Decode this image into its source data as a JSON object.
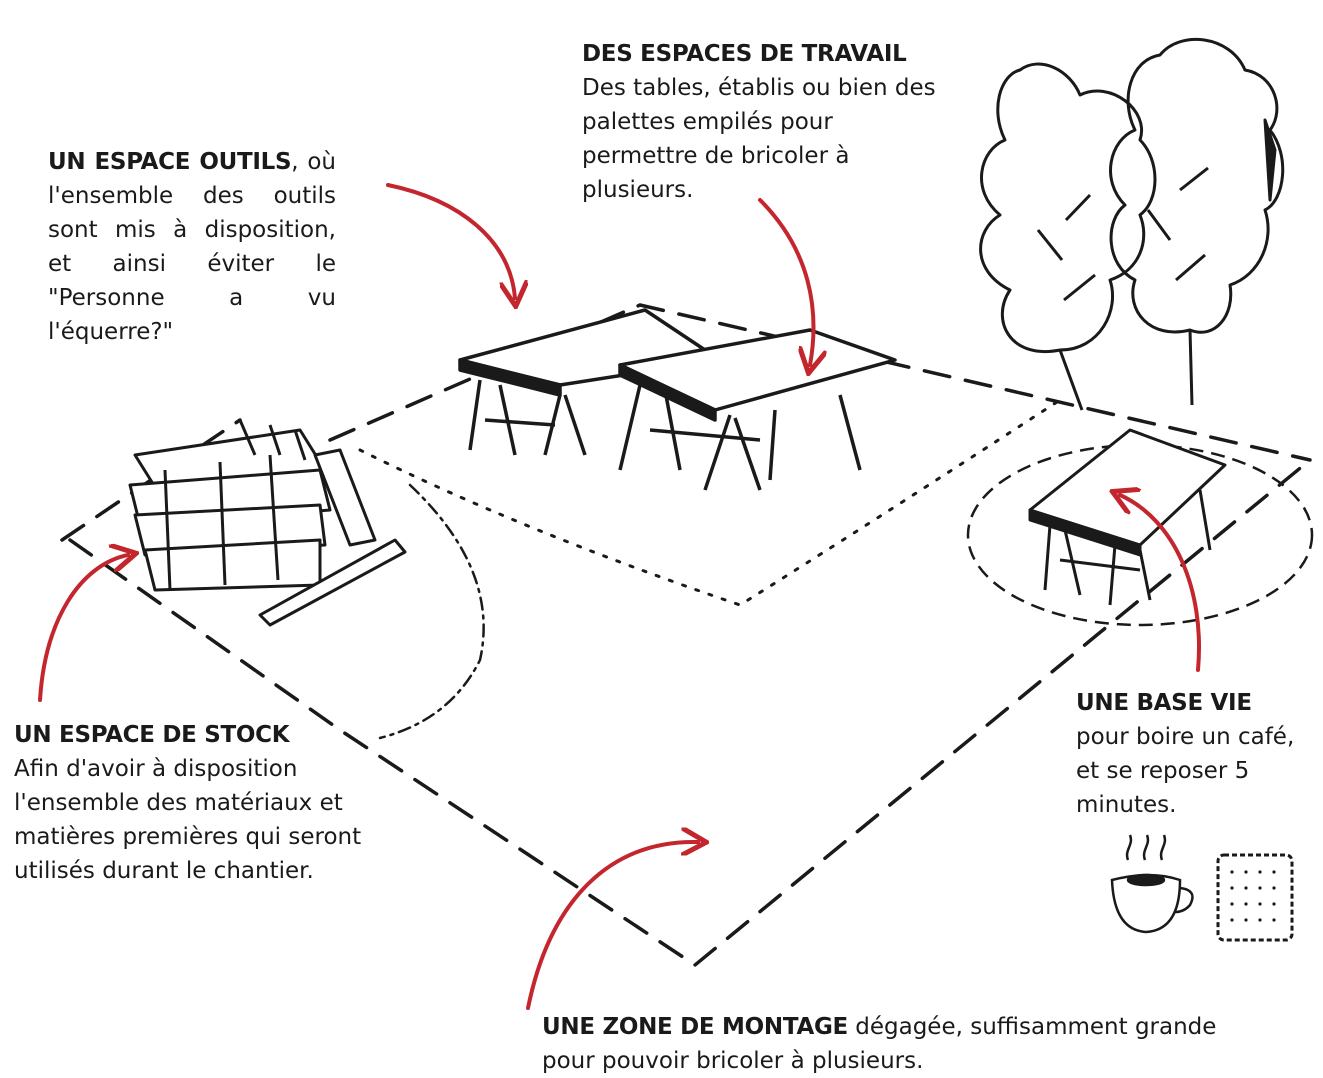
{
  "labels": {
    "outils": {
      "title": "UN ESPACE OUTILS",
      "suffix": ",",
      "text": "où l'ensemble des outils sont mis à disposition, et ainsi éviter le \"Personne a vu l'équerre?\""
    },
    "travail": {
      "title": "DES ESPACES DE TRAVAIL",
      "text": "Des tables, établis ou bien des palettes empilés pour permettre de bricoler à plusieurs."
    },
    "stock": {
      "title": "UN ESPACE DE STOCK",
      "text": "Afin d'avoir à disposition l'ensemble des matériaux et matières premières qui seront utilisés durant le chantier."
    },
    "base": {
      "title": "UNE BASE VIE",
      "text": "pour boire un café, et se reposer 5 minutes."
    },
    "montage": {
      "title": "UNE ZONE DE MONTAGE",
      "text": " dégagée, suffisamment grande pour pouvoir bricoler à plusieurs."
    }
  },
  "colors": {
    "ink": "#1a1a1a",
    "accent": "#c4262e",
    "background": "#ffffff"
  }
}
